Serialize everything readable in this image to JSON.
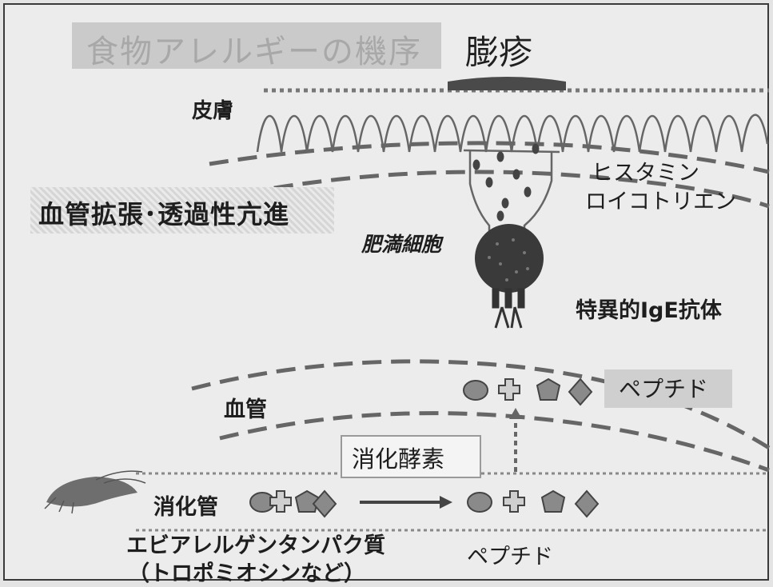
{
  "title": "食物アレルギーの機序",
  "labels": {
    "wheal": "膨疹",
    "skin": "皮膚",
    "vasodilation": "血管拡張･透過性亢進",
    "histamine": "ヒスタミン",
    "leukotriene": "ロイコトリエン",
    "mast_cell": "肥満細胞",
    "specific_ige": "特異的IgE抗体",
    "peptide_top": "ペプチド",
    "blood_vessel": "血管",
    "digestive_enzyme": "消化酵素",
    "digestive_tract": "消化管",
    "shrimp_allergen": "エビアレルゲンタンパク質",
    "tropomyosin": "（トロポミオシンなど）",
    "peptide_bottom": "ペプチド"
  },
  "colors": {
    "peptide_fill": "#8a8a8a",
    "line": "#555555",
    "wheal": "#4a4a4a",
    "mast_cell": "#3a3a3a"
  },
  "icons": [
    "shrimp-icon",
    "mast-cell-icon",
    "ige-antibody-icon",
    "arrow-right-icon",
    "arrow-up-icon"
  ]
}
